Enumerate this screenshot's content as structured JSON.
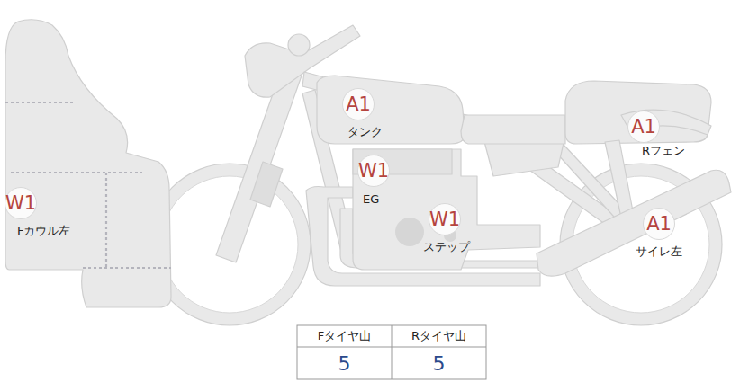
{
  "diagram": {
    "nodes": [
      {
        "text": [
          "W1",
          "Fカウル左"
        ]
      },
      {
        "text": [
          "A1",
          "タンク"
        ]
      },
      {
        "text": [
          "W1",
          "EG"
        ]
      },
      {
        "text": [
          "W1",
          "ステップ"
        ]
      },
      {
        "text": [
          "A1",
          "Rフェン"
        ]
      },
      {
        "text": [
          "A1",
          "サイレ左"
        ]
      }
    ],
    "labels": [
      "Fタイヤ山",
      "Rタイヤ山",
      "5",
      "5"
    ]
  }
}
